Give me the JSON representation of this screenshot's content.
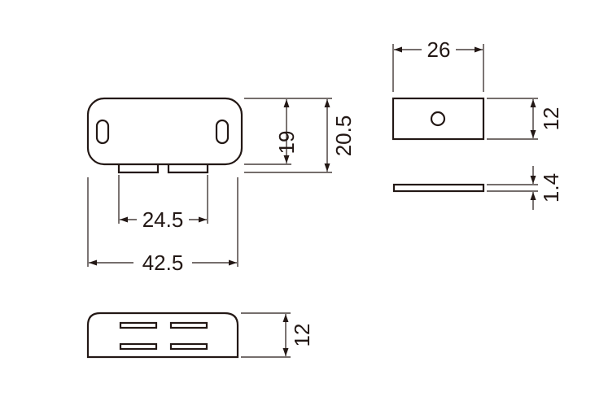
{
  "dimensions": {
    "front_short_height": "19",
    "front_total_height": "20.5",
    "front_inner_width": "24.5",
    "front_total_width": "42.5",
    "bottom_view_depth": "12",
    "side_width": "26",
    "side_depth": "12",
    "plate_thickness": "1.4"
  },
  "colors": {
    "line": "#231815",
    "background": "#ffffff"
  }
}
